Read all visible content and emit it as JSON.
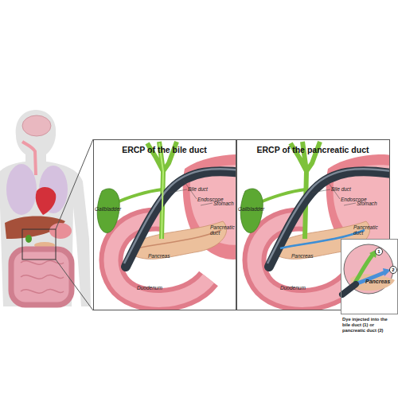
{
  "diagram": {
    "nodes": [
      {
        "text": [
          "ERCP of the bile duct"
        ]
      },
      {
        "text": [
          "ERCP of the pancreatic duct"
        ]
      },
      {
        "text": [
          "1",
          "2",
          "Pancreas"
        ]
      }
    ],
    "labels": [
      "Gallbladder",
      "Bile duct",
      "Endoscope",
      "Stomach",
      "Pancreatic duct",
      "Pancreas",
      "Duodenum",
      "Gallbladder",
      "Bile duct",
      "Endoscope",
      "Stomach",
      "Pancreatic duct",
      "Pancreas",
      "Duodenum",
      "Dye injected into the bile duct (1) or pancreatic duct (2)"
    ]
  }
}
